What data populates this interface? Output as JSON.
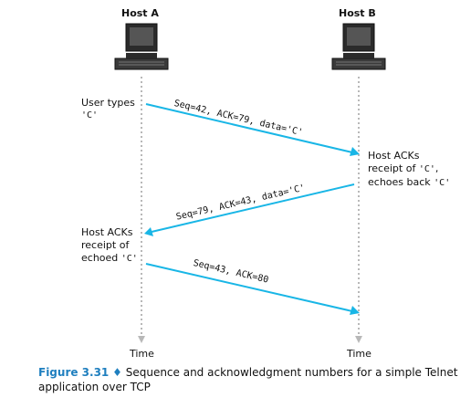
{
  "hosts": {
    "a": {
      "label": "Host A",
      "time_label": "Time"
    },
    "b": {
      "label": "Host B",
      "time_label": "Time"
    }
  },
  "notes": {
    "user_types_line1": "User types",
    "user_types_line2": "'C'",
    "b_ack_line1": "Host ACKs",
    "b_ack_line2_text": "receipt of ",
    "b_ack_line2_code": "'C'",
    "b_ack_line2_end": ",",
    "b_ack_line3_text": "echoes back ",
    "b_ack_line3_code": "'C'",
    "a_ack_line1": "Host ACKs",
    "a_ack_line2": "receipt of",
    "a_ack_line3_text": "echoed ",
    "a_ack_line3_code": "'C'"
  },
  "messages": [
    {
      "label": "Seq=42, ACK=79, data='C'"
    },
    {
      "label": "Seq=79, ACK=43, data='C'"
    },
    {
      "label": "Seq=43, ACK=80"
    }
  ],
  "caption": {
    "figure": "Figure 3.31",
    "bullet": "♦",
    "text": "Sequence and acknowledgment numbers for a simple Telnet application over TCP"
  },
  "colors": {
    "arrow": "#19b6e6",
    "accent": "#1f7fbf",
    "timeline": "#b8b8b8"
  }
}
